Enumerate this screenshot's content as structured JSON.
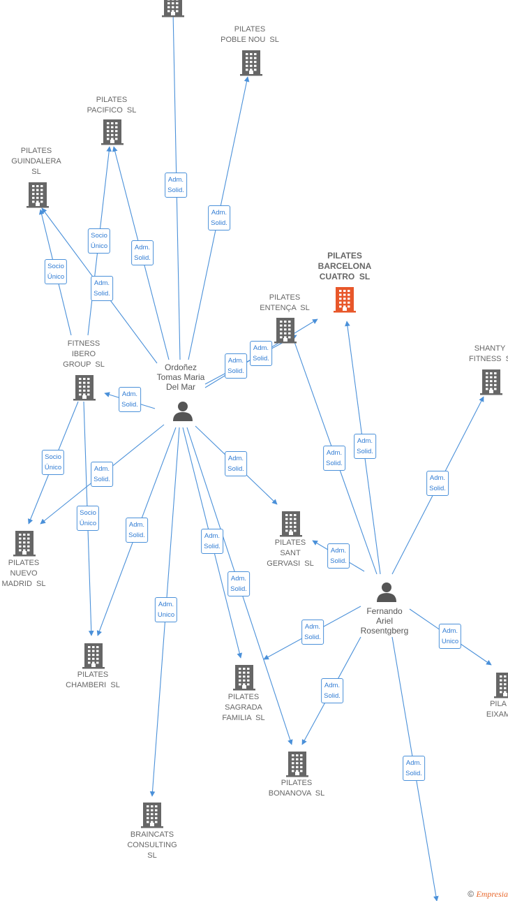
{
  "colors": {
    "edge": "#4a90d9",
    "building": "#666666",
    "focus_building": "#e8572a",
    "person": "#555555"
  },
  "people": {
    "ordonez": {
      "name": "Ordoñez\nTomas Maria\nDel Mar"
    },
    "fernando": {
      "name": "Fernando\nAriel\nRosentgberg"
    }
  },
  "companies": {
    "top": {
      "name": ""
    },
    "poblenou": {
      "name": "PILATES\nPOBLE NOU  SL"
    },
    "pacifico": {
      "name": "PILATES\nPACIFICO  SL"
    },
    "guindalera": {
      "name": "PILATES\nGUINDALERA\nSL"
    },
    "barcelona": {
      "name": "PILATES\nBARCELONA\nCUATRO  SL"
    },
    "entenca": {
      "name": "PILATES\nENTENÇA  SL"
    },
    "shanty": {
      "name": "SHANTY\nFITNESS  S"
    },
    "fitness_ibero": {
      "name": "FITNESS\nIBERO\nGROUP  SL"
    },
    "nuevo_madrid": {
      "name": "PILATES\nNUEVO\nMADRID  SL"
    },
    "sant_gervasi": {
      "name": "PILATES\nSANT\nGERVASI  SL"
    },
    "chamberi": {
      "name": "PILATES\nCHAMBERI  SL"
    },
    "sagrada": {
      "name": "PILATES\nSAGRADA\nFAMILIA  SL"
    },
    "eixample": {
      "name": "PILA\nEIXAM"
    },
    "bonanova": {
      "name": "PILATES\nBONANOVA  SL"
    },
    "braincats": {
      "name": "BRAINCATS\nCONSULTING\nSL"
    }
  },
  "relations": {
    "r1": "Adm.\nSolid.",
    "r2": "Adm.\nSolid.",
    "r3": "Socio\nÚnico",
    "r4": "Adm.\nSolid.",
    "r5": "Socio\nÚnico",
    "r6": "Adm.\nSolid.",
    "r7": "Adm.\nSolid.",
    "r8": "Adm.\nSolid.",
    "r9": "Adm.\nSolid.",
    "r10": "Socio\nÚnico",
    "r11": "Adm.\nSolid.",
    "r12": "Socio\nÚnico",
    "r13": "Adm.\nSolid.",
    "r14": "Adm.\nSolid.",
    "r15": "Adm.\nUnico",
    "r16": "Adm.\nSolid.",
    "r17": "Adm.\nSolid.",
    "r18": "Adm.\nSolid.",
    "r19": "Adm.\nSolid.",
    "r20": "Adm.\nSolid.",
    "r21": "Adm.\nSolid.",
    "r22": "Adm.\nSolid.",
    "r23": "Adm.\nSolid.",
    "r24": "Adm.\nUnico",
    "r25": "Adm.\nSolid."
  },
  "footer": {
    "copyright": "©",
    "brand": "Empresia"
  }
}
